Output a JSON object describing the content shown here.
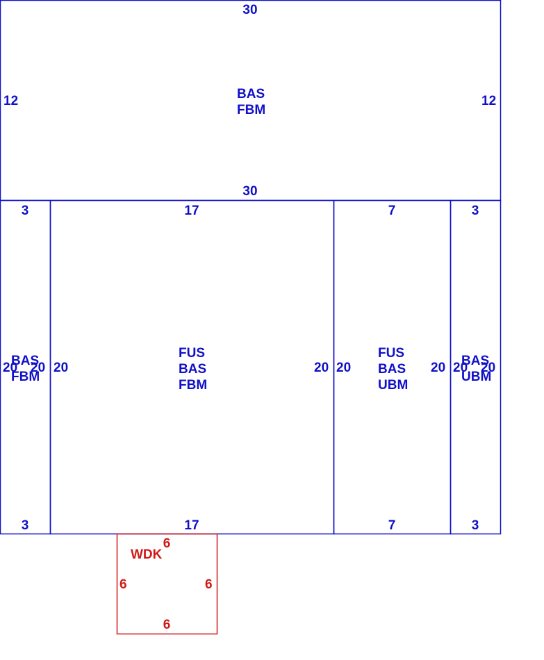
{
  "colors": {
    "main": "#1010c8",
    "deck": "#d01818"
  },
  "top_section": {
    "label_line1": "BAS",
    "label_line2": "FBM",
    "top": "30",
    "bottom": "30",
    "left": "12",
    "right": "12"
  },
  "left_narrow": {
    "label_line1": "BAS",
    "label_line2": "FBM",
    "top": "3",
    "bottom": "3",
    "left": "20",
    "right": "20"
  },
  "center_main": {
    "label_line1": "FUS",
    "label_line2": "BAS",
    "label_line3": "FBM",
    "top": "17",
    "bottom": "17",
    "left": "20",
    "right": "20"
  },
  "right_mid": {
    "label_line1": "FUS",
    "label_line2": "BAS",
    "label_line3": "UBM",
    "top": "7",
    "bottom": "7",
    "left": "20",
    "right": "20"
  },
  "right_narrow": {
    "label_line1": "BAS",
    "label_line2": "UBM",
    "top": "3",
    "bottom": "3",
    "left": "20",
    "right": "20"
  },
  "deck": {
    "label": "WDK",
    "top": "6",
    "bottom": "6",
    "left": "6",
    "right": "6"
  }
}
